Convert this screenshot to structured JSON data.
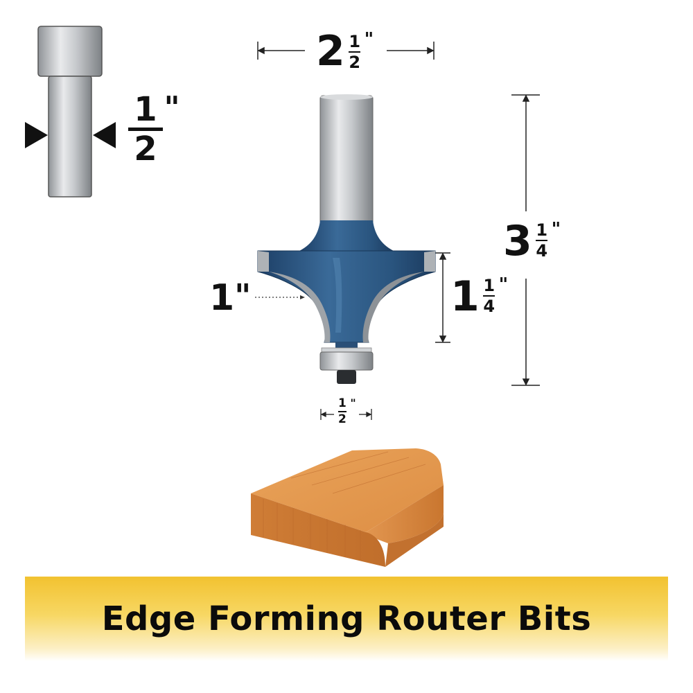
{
  "shank_diameter": {
    "whole": "",
    "numerator": "1",
    "denominator": "2",
    "unit": "\""
  },
  "cutting_diameter": {
    "whole": "2",
    "numerator": "1",
    "denominator": "2",
    "unit": "\""
  },
  "overall_length": {
    "whole": "3",
    "numerator": "1",
    "denominator": "4",
    "unit": "\""
  },
  "cutting_length": {
    "whole": "1",
    "numerator": "1",
    "denominator": "4",
    "unit": "\""
  },
  "radius": {
    "whole": "1",
    "unit": "\""
  },
  "bearing_diameter": {
    "numerator": "1",
    "denominator": "2",
    "unit": "\""
  },
  "banner": {
    "title": "Edge Forming Router Bits"
  },
  "colors": {
    "cutter_blue": "#2c5a87",
    "steel": "#b8bcc0",
    "wood": "#d98a3c",
    "banner_yellow": "#f2c230"
  }
}
